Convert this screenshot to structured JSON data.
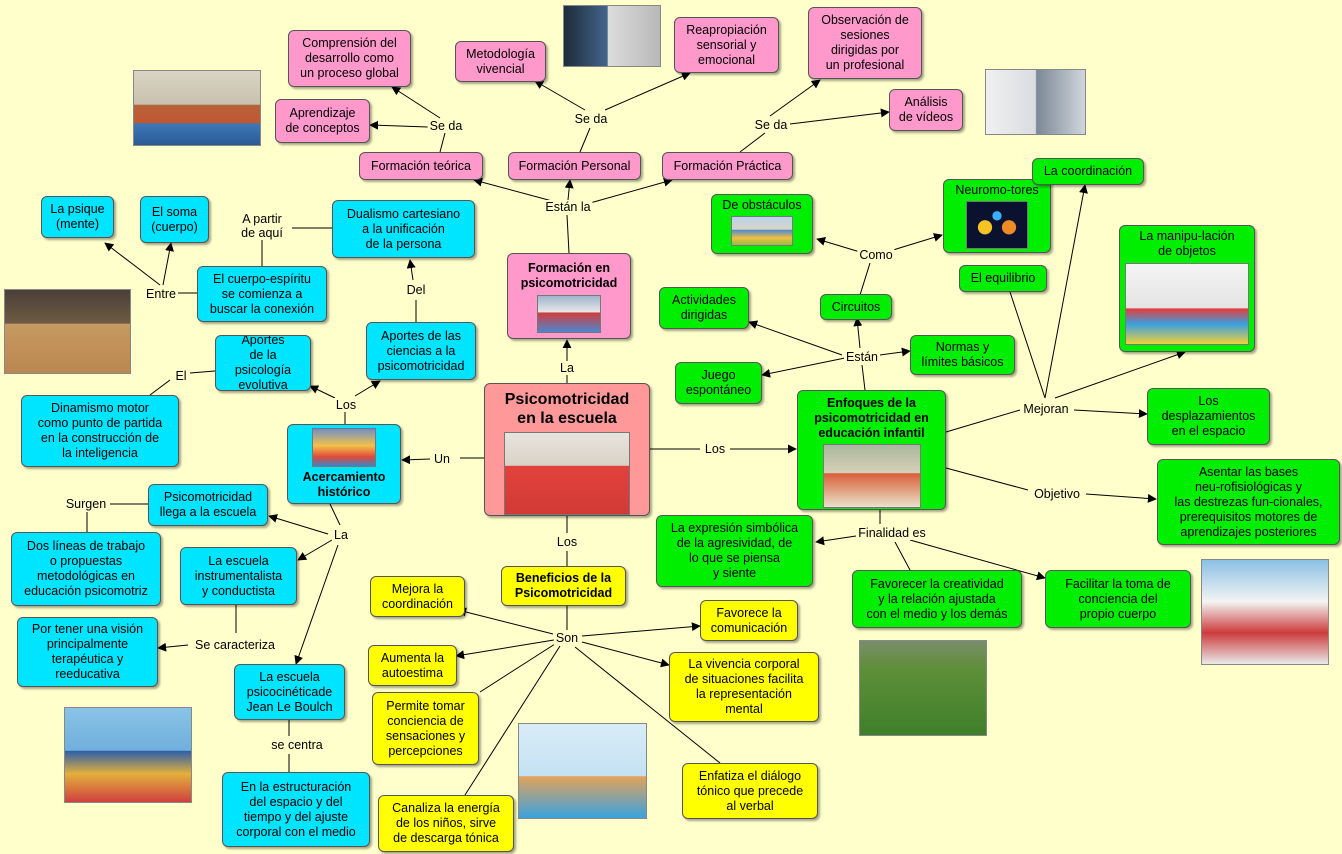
{
  "nodes": {
    "center": "Psicomotricidad\nen la escuela",
    "formacion": "Formación en\npsicomotricidad",
    "teorica": "Formación teórica",
    "personal": "Formación Personal",
    "practica": "Formación Práctica",
    "comprension": "Comprensión del\ndesarrollo como\nun proceso global",
    "aprendizaje": "Aprendizaje\nde conceptos",
    "metodologia": "Metodología\nvivencial",
    "reapropiacion": "Reapropiación\nsensorial y\nemocional",
    "observacion": "Observación de\nsesiones\ndirigidas por\nun profesional",
    "analisis": "Análisis\nde vídeos",
    "dualismo": "Dualismo cartesiano\na la unificación\nde la persona",
    "aportes_ciencias": "Aportes de las\nciencias a la\npsicomotricidad",
    "cuerpo_espiritu": "El cuerpo-espíritu\nse comienza a\nbuscar la conexión",
    "psique": "La psique\n(mente)",
    "soma": "El soma\n(cuerpo)",
    "aportes_psico": "Aportes\nde la psicología\nevolutiva",
    "dinamismo": "Dinamismo motor\ncomo punto de partida\nen la construcción de\nla inteligencia",
    "acercamiento": "Acercamiento\nhistórico",
    "llega": "Psicomotricidad\nllega a la escuela",
    "dos_lineas": "Dos líneas de trabajo\no propuestas\nmetodológicas en\neducación psicomotriz",
    "instrumentalista": "La escuela\ninstrumentalista\ny conductista",
    "vision": "Por tener una visión\nprincipalmente\nterapéutica y\nreeducativa",
    "psicocinetica": "La escuela\npsicocinéticade\nJean Le Boulch",
    "estructuracion": "En la estructuración\ndel espacio y del\ntiempo y del ajuste\ncorporal con el medio",
    "beneficios": "Beneficios de la\nPsicomotricidad",
    "coordinacion_y": "Mejora la\ncoordinación",
    "autoestima": "Aumenta la\nautoestima",
    "tomar_conciencia": "Permite tomar\nconciencia de\nsensaciones y\npercepciones",
    "canaliza": "Canaliza la energía\nde los niños, sirve\nde descarga tónica",
    "comunicacion": "Favorece la\ncomunicación",
    "vivencia": "La vivencia corporal\nde situaciones facilita\nla representación\nmental",
    "enfatiza": "Enfatiza el diálogo\ntónico que precede\nal verbal",
    "enfoques": "Enfoques de la\npsicomotricidad en\neducación infantil",
    "obstaculos": "De obstáculos",
    "neuromotores": "Neuromo-tores",
    "coordinacion_g": "La coordinación",
    "manipulacion": "La manipu-lación\nde objetos",
    "equilibrio": "El equilibrio",
    "circuitos": "Circuitos",
    "actividades": "Actividades\ndirigidas",
    "juego": "Juego\nespontáneo",
    "normas": "Normas y\nlímites básicos",
    "desplazamientos": "Los\ndesplazamientos\nen el espacio",
    "asentar": "Asentar las bases\nneu-rofisiológicas y\nlas  destrezas fun-cionales,\nprerequisitos motores de\naprendizajes posteriores",
    "expresion": "La expresión simbólica\nde la agresividad, de\nlo que se piensa\ny siente",
    "creatividad": "Favorecer la creatividad\ny la relación ajustada\ncon el medio y los demás",
    "toma_conciencia": "Facilitar la toma de\nconciencia del\npropio cuerpo"
  },
  "links": {
    "la_top": "La",
    "estan_la": "Están la",
    "se_da_1": "Se da",
    "se_da_2": "Se da",
    "se_da_3": "Se da",
    "a_partir": "A partir\nde aquí",
    "del": "Del",
    "entre": "Entre",
    "los_left": "Los",
    "el": "El",
    "un": "Un",
    "la_left": "La",
    "surgen": "Surgen",
    "se_caracteriza": "Se caracteriza",
    "se_centra": "se centra",
    "los_bottom": "Los",
    "son": "Son",
    "los_right": "Los",
    "como": "Como",
    "estan": "Están",
    "mejoran": "Mejoran",
    "objetivo": "Objetivo",
    "finalidad": "Finalidad es"
  },
  "colors": {
    "background": "#ffffcc",
    "pink": "#ff99cc",
    "cyan": "#00e5ff",
    "green": "#00ee00",
    "yellow": "#ffff00",
    "center": "#ff9999"
  }
}
